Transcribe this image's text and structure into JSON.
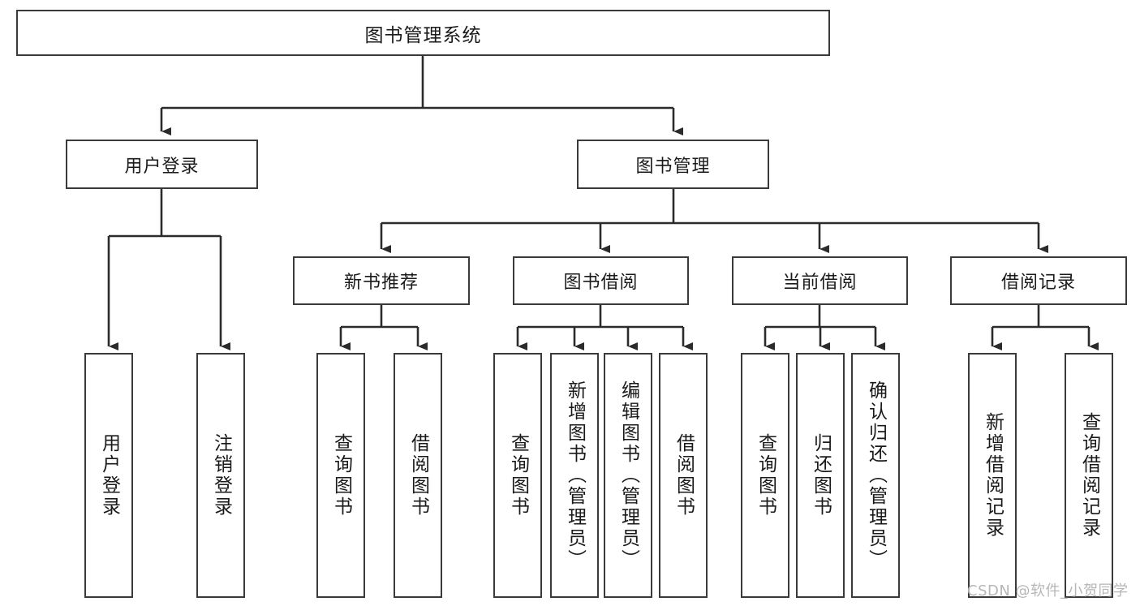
{
  "diagram": {
    "type": "tree-hierarchy-chart",
    "title": "图书管理系统",
    "orientation": "top-down",
    "colors": {
      "box_border": "#3a3a3a",
      "box_fill": "#ffffff",
      "edge": "#2b2b2b",
      "text": "#1a1a1a",
      "watermark": "#b6b6b6",
      "background": "#ffffff"
    },
    "nodes": {
      "root": {
        "label": "图书管理系统",
        "level": 0
      },
      "l1": [
        {
          "id": "user_login",
          "label": "用户登录",
          "level": 1
        },
        {
          "id": "book_manage",
          "label": "图书管理",
          "level": 1
        }
      ],
      "l2": [
        {
          "id": "new_book_rec",
          "label": "新书推荐",
          "level": 2,
          "parent": "book_manage"
        },
        {
          "id": "book_borrow",
          "label": "图书借阅",
          "level": 2,
          "parent": "book_manage"
        },
        {
          "id": "current_borrow",
          "label": "当前借阅",
          "level": 2,
          "parent": "book_manage"
        },
        {
          "id": "borrow_record",
          "label": "借阅记录",
          "level": 2,
          "parent": "book_manage"
        }
      ],
      "leaves": [
        {
          "id": "leaf_user_login",
          "label": "用户登录",
          "parent": "user_login"
        },
        {
          "id": "leaf_user_logout",
          "label": "注销登录",
          "parent": "user_login"
        },
        {
          "id": "leaf_query_book_1",
          "label": "查询图书",
          "parent": "new_book_rec"
        },
        {
          "id": "leaf_borrow_book_1",
          "label": "借阅图书",
          "parent": "new_book_rec"
        },
        {
          "id": "leaf_query_book_2",
          "label": "查询图书",
          "parent": "book_borrow"
        },
        {
          "id": "leaf_add_book",
          "label": "新增图书（管理员）",
          "parent": "book_borrow"
        },
        {
          "id": "leaf_edit_book",
          "label": "编辑图书（管理员）",
          "parent": "book_borrow"
        },
        {
          "id": "leaf_borrow_book_2",
          "label": "借阅图书",
          "parent": "book_borrow"
        },
        {
          "id": "leaf_query_book_3",
          "label": "查询图书",
          "parent": "current_borrow"
        },
        {
          "id": "leaf_return_book",
          "label": "归还图书",
          "parent": "current_borrow"
        },
        {
          "id": "leaf_confirm_return",
          "label": "确认归还（管理员）",
          "parent": "current_borrow"
        },
        {
          "id": "leaf_add_record",
          "label": "新增借阅记录",
          "parent": "borrow_record"
        },
        {
          "id": "leaf_query_record",
          "label": "查询借阅记录",
          "parent": "borrow_record"
        }
      ]
    },
    "watermark": "CSDN @软件_小贺同学"
  }
}
